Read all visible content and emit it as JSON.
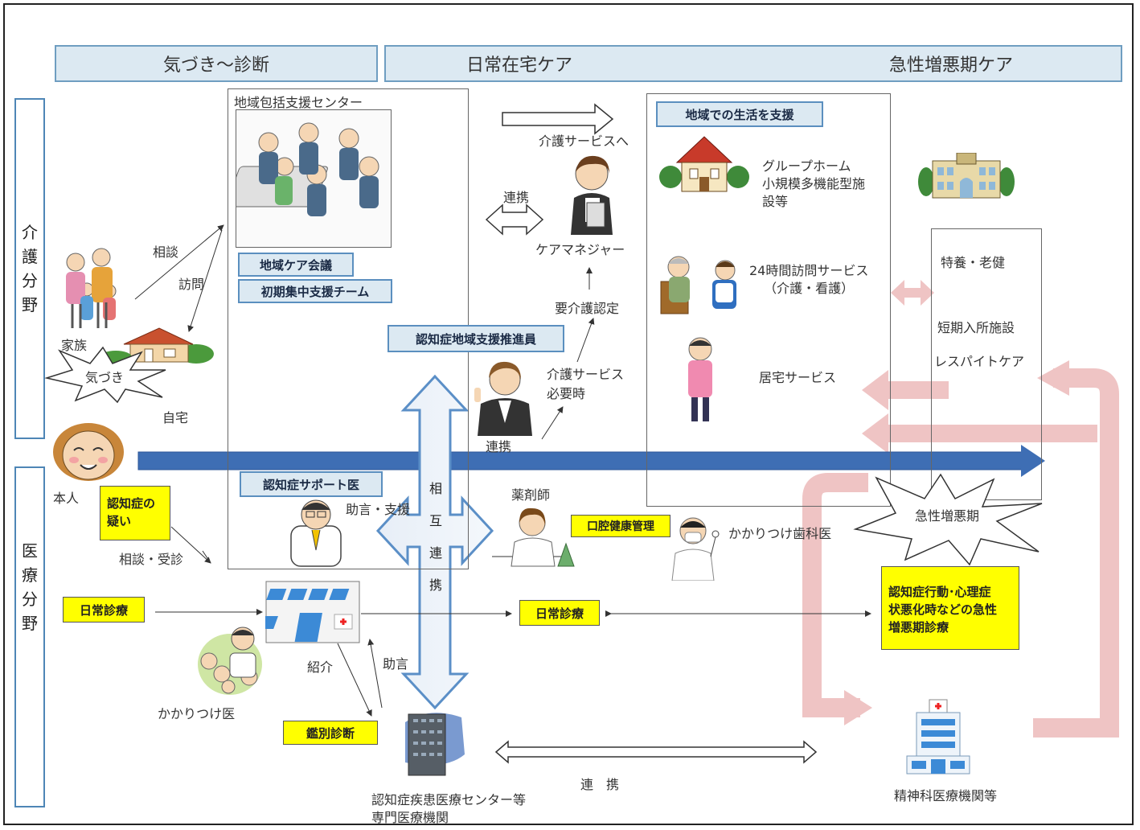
{
  "header": {
    "awareness_diagnosis": "気づき〜診断",
    "daily_home_care": "日常在宅ケア",
    "acute_care": "急性増悪期ケア"
  },
  "side": {
    "care_field": [
      "介",
      "護",
      "分",
      "野"
    ],
    "medical_field": [
      "医",
      "療",
      "分",
      "野"
    ]
  },
  "center": {
    "title": "地域包括支援センター",
    "care_meeting": "地域ケア会議",
    "initial_team": "初期集中支援チーム",
    "promoter": "認知症地域支援推進員",
    "support_doctor": "認知症サポート医",
    "advice_support": "助言・支援",
    "mutual": [
      "相",
      "互",
      "連",
      "携"
    ]
  },
  "family": {
    "consult": "相談",
    "visit": "訪問",
    "family_label": "家族",
    "notice": "気づき",
    "home": "自宅",
    "person": "本人"
  },
  "care": {
    "to_service": "介護サービスへ",
    "cooperation": "連携",
    "care_manager": "ケアマネジャー",
    "certification": "要介護認定",
    "when_needed": "介護サービス\n必要時",
    "cooperation2": "連携"
  },
  "community": {
    "title": "地域での生活を支援",
    "group_home": "グループホーム\n小規模多機能型施\n設等",
    "visit_service": "24時間訪問サービス\n（介護・看護）",
    "home_service": "居宅サービス"
  },
  "facility": {
    "tokuyo": "特養・老健",
    "short_stay": "短期入所施設",
    "respite": "レスパイトケア"
  },
  "medical": {
    "suspicion": "認知症の\n疑い",
    "consult_visit": "相談・受診",
    "daily_care": "日常診療",
    "daily_care2": "日常診療",
    "introduction": "紹介",
    "advice": "助言",
    "family_doctor": "かかりつけ医",
    "differential": "鑑別診断",
    "center": "認知症疾患医療センター等\n専門医療機関",
    "cooperation": "連　携",
    "pharmacist": "薬剤師",
    "oral": "口腔健康管理",
    "dentist": "かかりつけ歯科医",
    "acute": "急性増悪期",
    "acute_care": "認知症行動･心理症\n状悪化時などの急性\n増悪期診療",
    "psychiatric": "精神科医療機関等"
  }
}
